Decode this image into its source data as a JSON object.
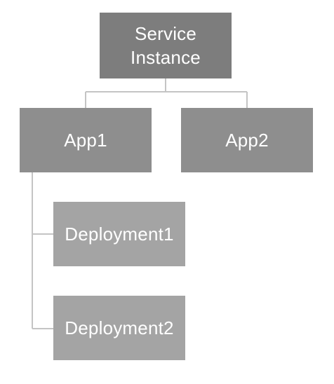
{
  "diagram": {
    "root": {
      "label": "Service\nInstance"
    },
    "apps": [
      {
        "label": "App1"
      },
      {
        "label": "App2"
      }
    ],
    "deployments": [
      {
        "label": "Deployment1"
      },
      {
        "label": "Deployment2"
      }
    ],
    "colors": {
      "root_fill": "#7d7d7d",
      "app_fill": "#8e8e8e",
      "deployment_fill": "#a4a4a4",
      "connector": "#c4c4c4",
      "text": "#ffffff"
    }
  }
}
